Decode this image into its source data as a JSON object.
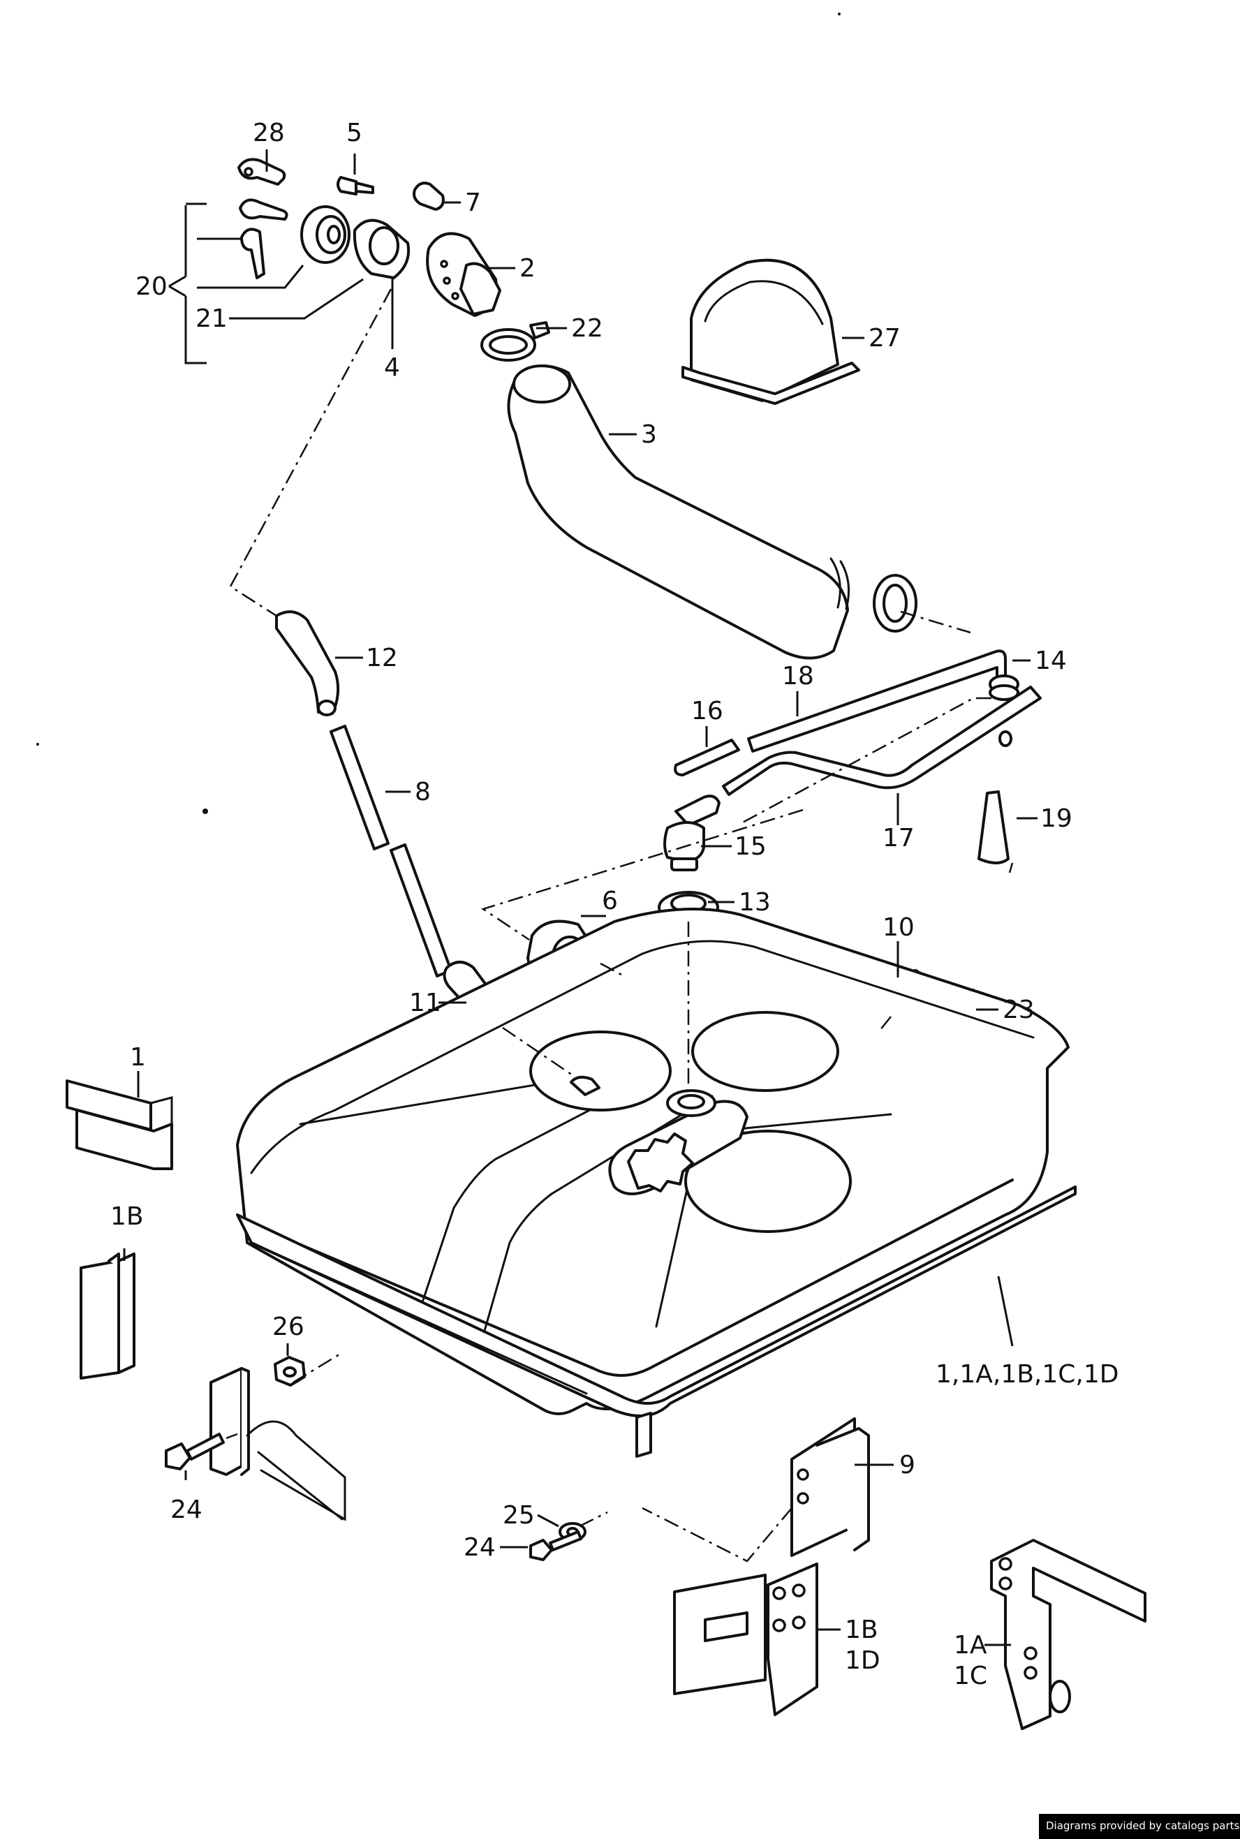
{
  "diagram": {
    "callouts": [
      {
        "id": "c28",
        "text": "28"
      },
      {
        "id": "c5",
        "text": "5"
      },
      {
        "id": "c7",
        "text": "7"
      },
      {
        "id": "c2",
        "text": "2"
      },
      {
        "id": "c20",
        "text": "20"
      },
      {
        "id": "c21",
        "text": "21"
      },
      {
        "id": "c4",
        "text": "4"
      },
      {
        "id": "c22",
        "text": "22"
      },
      {
        "id": "c27",
        "text": "27"
      },
      {
        "id": "c3",
        "text": "3"
      },
      {
        "id": "c12",
        "text": "12"
      },
      {
        "id": "c14",
        "text": "14"
      },
      {
        "id": "c18",
        "text": "18"
      },
      {
        "id": "c16",
        "text": "16"
      },
      {
        "id": "c8",
        "text": "8"
      },
      {
        "id": "c19",
        "text": "19"
      },
      {
        "id": "c17",
        "text": "17"
      },
      {
        "id": "c15",
        "text": "15"
      },
      {
        "id": "c6",
        "text": "6"
      },
      {
        "id": "c13",
        "text": "13"
      },
      {
        "id": "c10",
        "text": "10"
      },
      {
        "id": "c23",
        "text": "23"
      },
      {
        "id": "c11",
        "text": "11"
      },
      {
        "id": "c1",
        "text": "1"
      },
      {
        "id": "c1b_top",
        "text": "1B"
      },
      {
        "id": "c26",
        "text": "26"
      },
      {
        "id": "c_tank",
        "text": "1,1A,1B,1C,1D"
      },
      {
        "id": "c9",
        "text": "9"
      },
      {
        "id": "c24a",
        "text": "24"
      },
      {
        "id": "c25",
        "text": "25"
      },
      {
        "id": "c24b",
        "text": "24"
      },
      {
        "id": "c1b_br",
        "text": "1B"
      },
      {
        "id": "c1d_br",
        "text": "1D"
      },
      {
        "id": "c1a_br",
        "text": "1A"
      },
      {
        "id": "c1c_br",
        "text": "1C"
      }
    ]
  },
  "footer": {
    "credit": "Diagrams provided by catalogs parts"
  }
}
